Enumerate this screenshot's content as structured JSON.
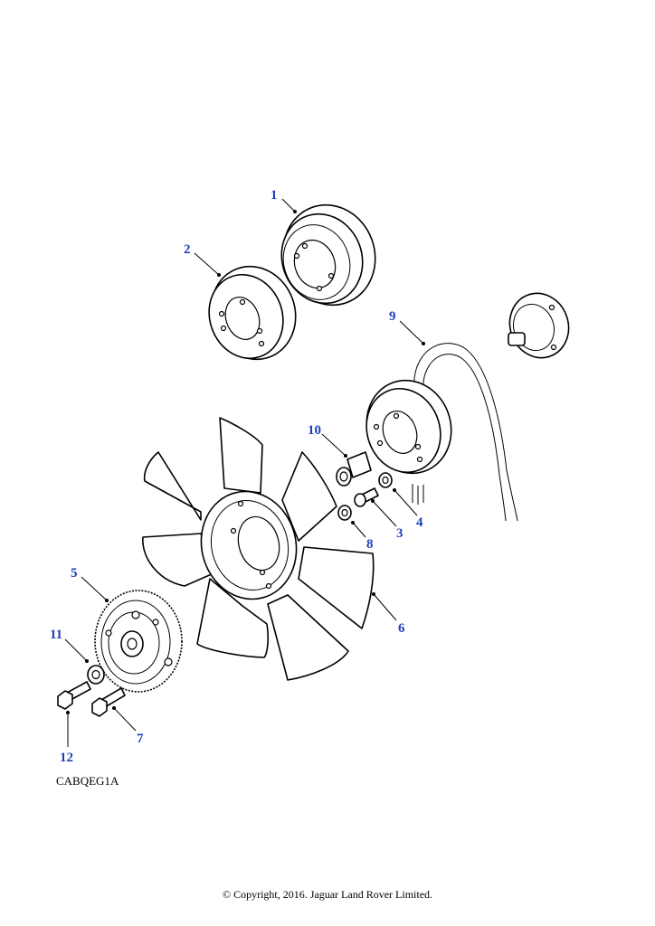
{
  "callouts": [
    {
      "id": "c1",
      "label": "1"
    },
    {
      "id": "c2",
      "label": "2"
    },
    {
      "id": "c3",
      "label": "3"
    },
    {
      "id": "c4",
      "label": "4"
    },
    {
      "id": "c5",
      "label": "5"
    },
    {
      "id": "c6",
      "label": "6"
    },
    {
      "id": "c7",
      "label": "7"
    },
    {
      "id": "c8",
      "label": "8"
    },
    {
      "id": "c9",
      "label": "9"
    },
    {
      "id": "c10",
      "label": "10"
    },
    {
      "id": "c11",
      "label": "11"
    },
    {
      "id": "c12",
      "label": "12"
    }
  ],
  "illustration_code": "CABQEG1A",
  "copyright": "© Copyright, 2016. Jaguar Land Rover Limited.",
  "colors": {
    "callout": "#1f3fbf",
    "line": "#000000",
    "background": "#ffffff"
  }
}
